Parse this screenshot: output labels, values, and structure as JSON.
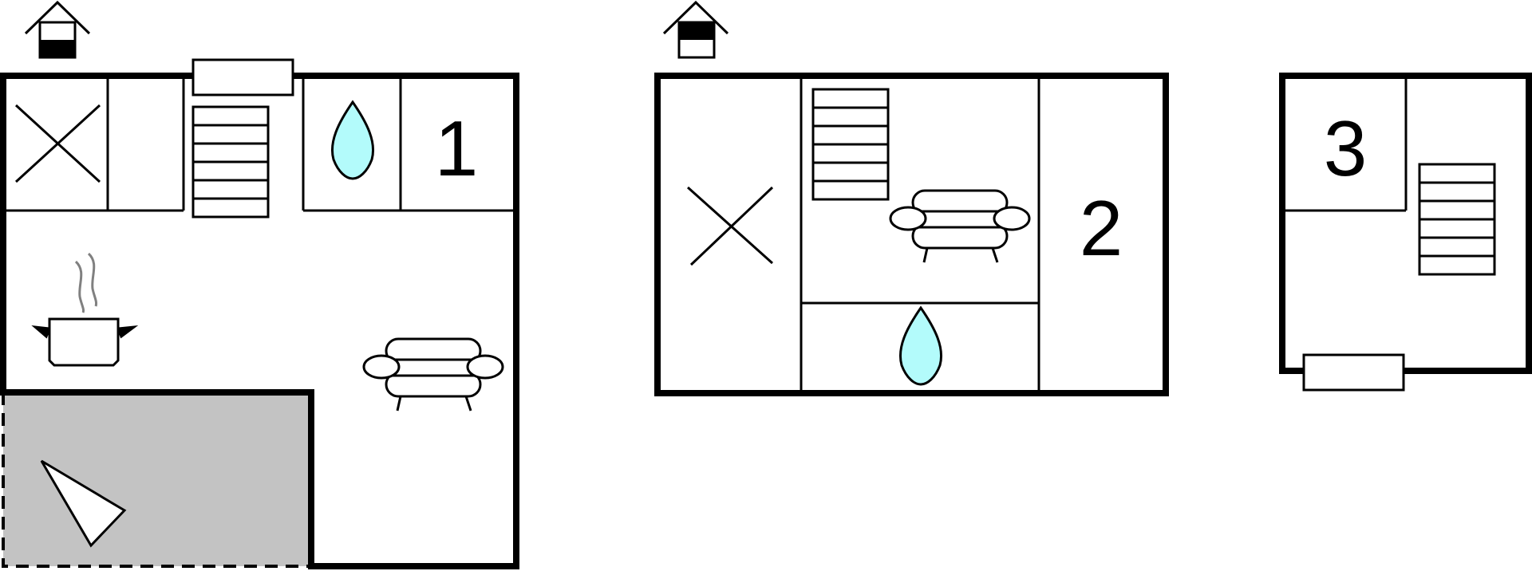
{
  "floors": [
    {
      "label": "1"
    },
    {
      "label": "2"
    },
    {
      "label": "3"
    }
  ],
  "colors": {
    "wall": "#000000",
    "terrace": "#c3c3c3",
    "water": "#b3fbfb",
    "steam": "#808080"
  },
  "icons": [
    "house-floor-indicator-icon",
    "bed-icon",
    "stairs-icon",
    "window-icon",
    "bathroom-water-drop-icon",
    "kitchen-pot-icon",
    "sofa-icon",
    "terrace-area",
    "compass-icon"
  ]
}
